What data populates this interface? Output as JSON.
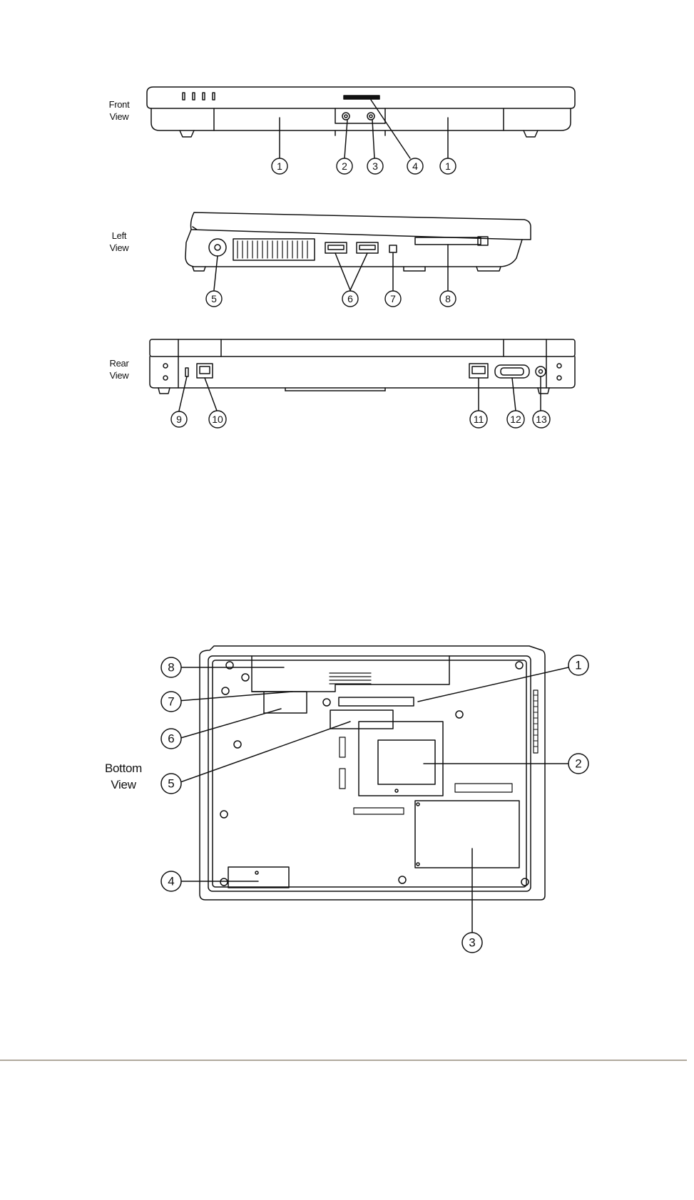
{
  "views": {
    "front": {
      "line1": "Front",
      "line2": "View"
    },
    "left": {
      "line1": "Left",
      "line2": "View"
    },
    "rear": {
      "line1": "Rear",
      "line2": "View"
    },
    "bottom": {
      "line1": "Bottom",
      "line2": "View"
    }
  },
  "callouts": {
    "front": [
      "1",
      "2",
      "3",
      "4",
      "1"
    ],
    "left": [
      "5",
      "6",
      "7",
      "8"
    ],
    "rear": [
      "9",
      "10",
      "11",
      "12",
      "13"
    ],
    "bottom": [
      "1",
      "2",
      "3",
      "4",
      "5",
      "6",
      "7",
      "8"
    ]
  }
}
